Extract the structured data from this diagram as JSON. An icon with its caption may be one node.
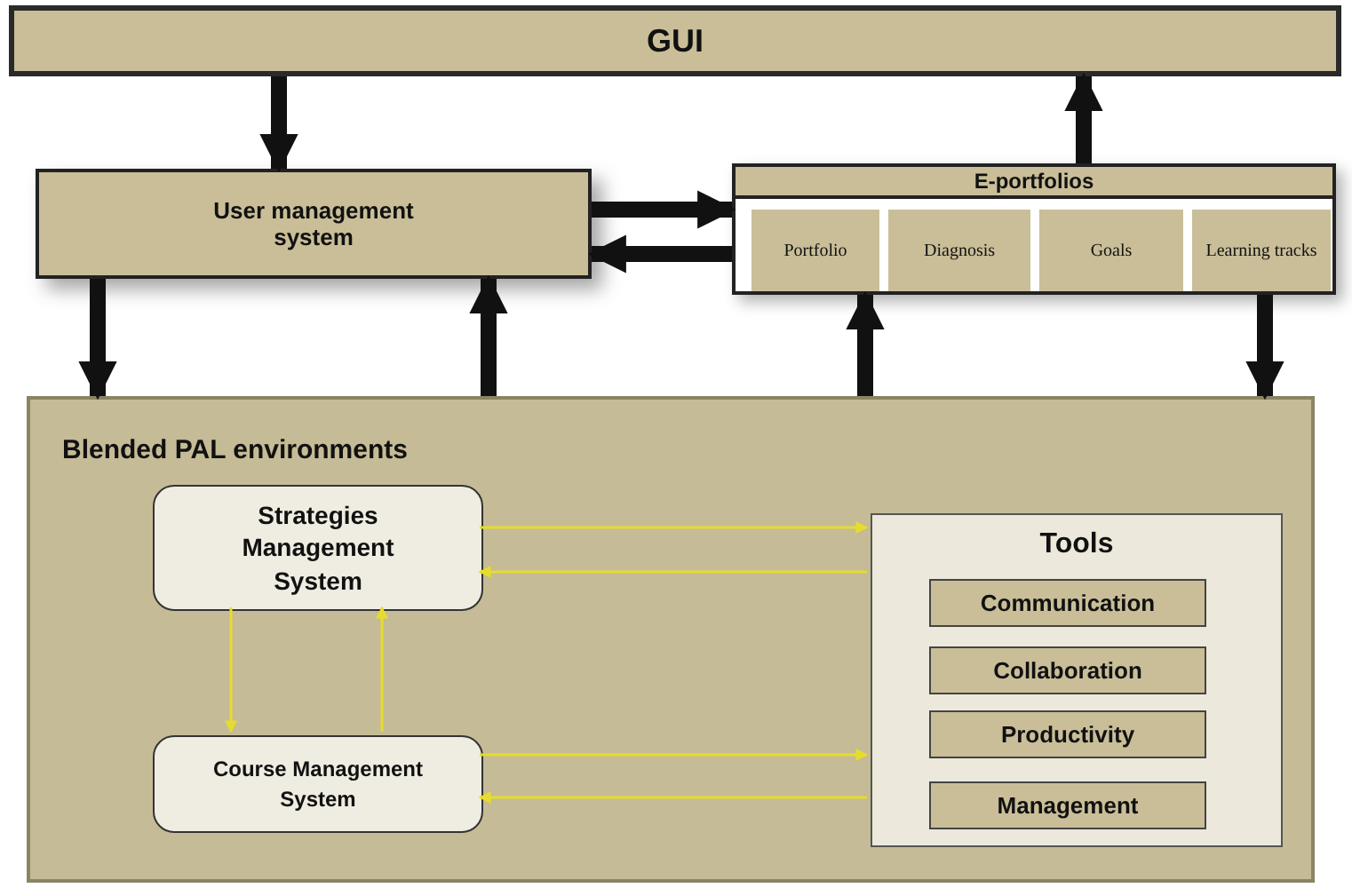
{
  "diagram": {
    "nodes": [
      {
        "text": [
          "GUI"
        ]
      },
      {
        "text": [
          "User management system"
        ]
      },
      {
        "text": [
          "E-portfolios"
        ]
      },
      {
        "text": [
          "Portfolio"
        ],
        "in": 2
      },
      {
        "text": [
          "Diagnosis"
        ],
        "in": 2
      },
      {
        "text": [
          "Goals"
        ],
        "in": 2
      },
      {
        "text": [
          "Learning tracks"
        ],
        "in": 2
      },
      {
        "text": [
          "Blended PAL environments"
        ]
      },
      {
        "text": [
          "Strategies Management System"
        ],
        "in": 7
      },
      {
        "text": [
          "Course Management System"
        ],
        "in": 7
      },
      {
        "text": [
          "Tools"
        ],
        "in": 7
      },
      {
        "text": [
          "Communication"
        ],
        "in": 10
      },
      {
        "text": [
          "Collaboration"
        ],
        "in": 10
      },
      {
        "text": [
          "Productivity"
        ],
        "in": 10
      },
      {
        "text": [
          "Management"
        ],
        "in": 10
      }
    ],
    "edges": [
      {
        "from": 0,
        "to": 1,
        "arrow": "to"
      },
      {
        "from": 2,
        "to": 0,
        "arrow": "to"
      },
      {
        "from": 1,
        "to": 2,
        "arrow": "to"
      },
      {
        "from": 2,
        "to": 1,
        "arrow": "to"
      },
      {
        "from": 1,
        "to": 7,
        "arrow": "to"
      },
      {
        "from": 7,
        "to": 1,
        "arrow": "to"
      },
      {
        "from": 7,
        "to": 2,
        "arrow": "to"
      },
      {
        "from": 2,
        "to": 7,
        "arrow": "to"
      },
      {
        "from": 8,
        "to": 10,
        "arrow": "to",
        "color": "#e6dc2e"
      },
      {
        "from": 10,
        "to": 8,
        "arrow": "to",
        "color": "#e6dc2e"
      },
      {
        "from": 9,
        "to": 10,
        "arrow": "to",
        "color": "#e6dc2e"
      },
      {
        "from": 10,
        "to": 9,
        "arrow": "to",
        "color": "#e6dc2e"
      },
      {
        "from": 8,
        "to": 9,
        "arrow": "to",
        "color": "#e6dc2e"
      },
      {
        "from": 9,
        "to": 8,
        "arrow": "to",
        "color": "#e6dc2e"
      }
    ]
  }
}
